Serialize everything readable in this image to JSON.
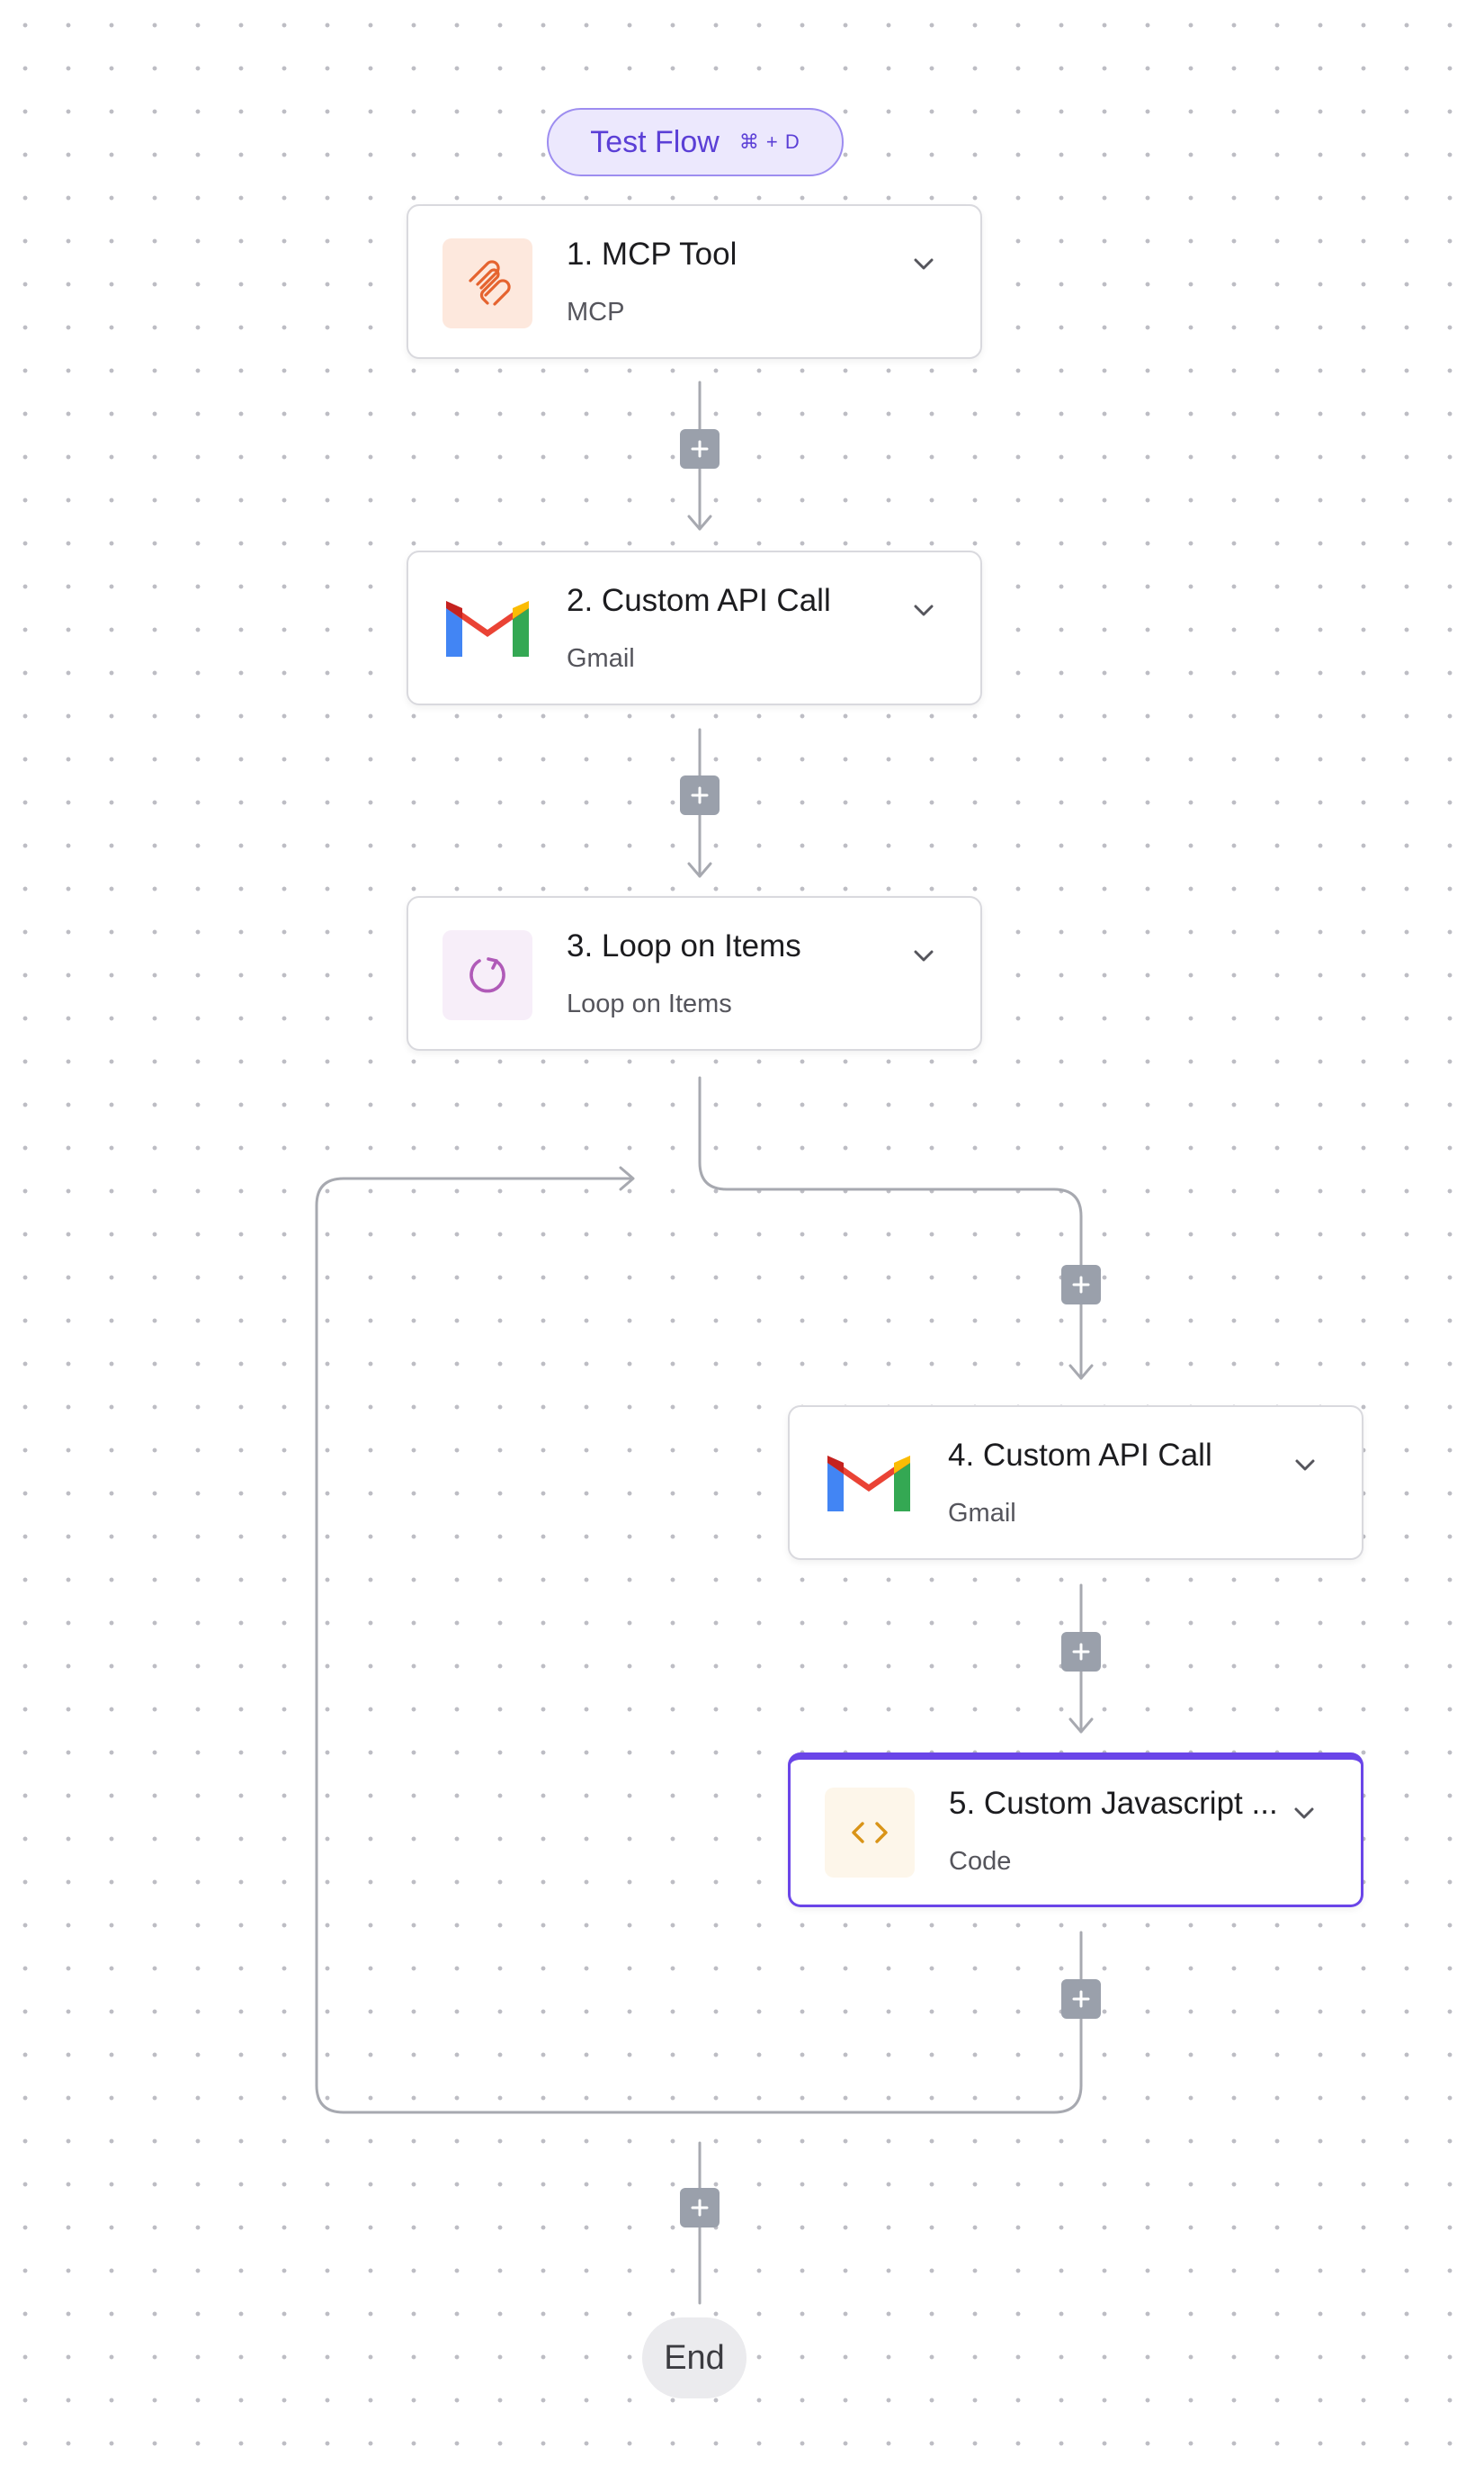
{
  "canvas": {
    "test_flow": {
      "label": "Test Flow",
      "shortcut": "⌘ + D"
    },
    "steps": [
      {
        "title": "1. MCP Tool",
        "subtitle": "MCP",
        "icon": "mcp-icon",
        "icon_bg": "#fde8dd"
      },
      {
        "title": "2. Custom API Call",
        "subtitle": "Gmail",
        "icon": "gmail-icon",
        "icon_bg": "#ffffff"
      },
      {
        "title": "3. Loop on Items",
        "subtitle": "Loop on Items",
        "icon": "loop-icon",
        "icon_bg": "#f7eef9"
      },
      {
        "title": "4. Custom API Call",
        "subtitle": "Gmail",
        "icon": "gmail-icon",
        "icon_bg": "#ffffff"
      },
      {
        "title": "5. Custom Javascript ...",
        "subtitle": "Code",
        "icon": "code-icon",
        "icon_bg": "#fdf6ea",
        "selected": true
      }
    ],
    "end_label": "End"
  },
  "colors": {
    "accent": "#6a45e8",
    "test_flow_bg": "#ece8fd",
    "test_flow_text": "#5b3fd6",
    "connector": "#a7a9b0",
    "add_button": "#9aa0ab",
    "mcp_icon": "#e5632f",
    "loop_icon": "#b05ab8",
    "code_icon": "#d99418"
  }
}
